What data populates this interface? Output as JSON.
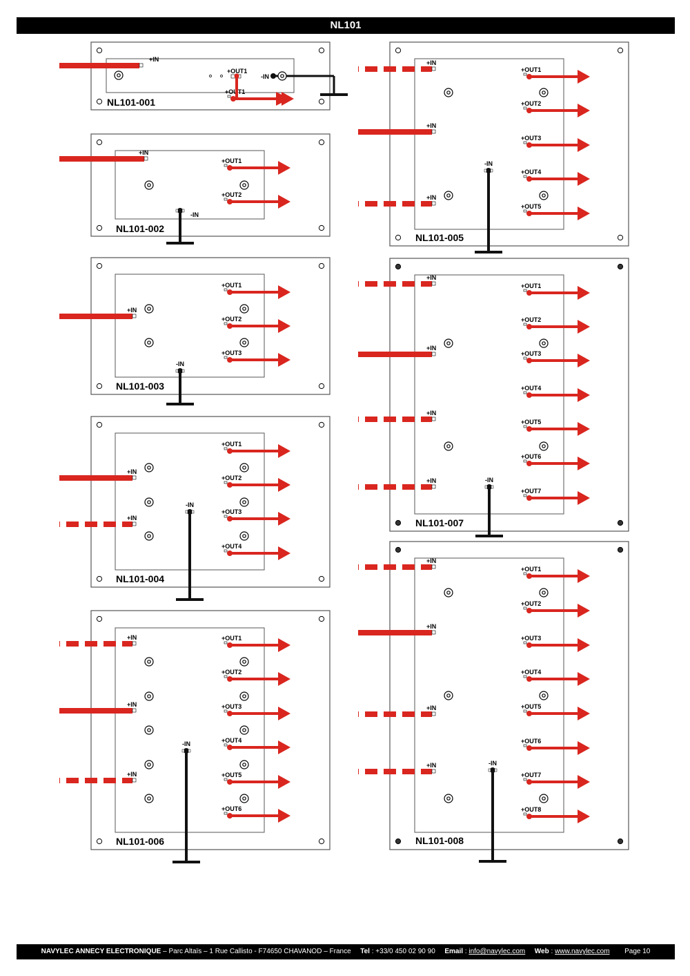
{
  "page_title": "NL101",
  "colors": {
    "power": "#d9261f",
    "ground": "#111111",
    "panel_border": "#555555"
  },
  "labels": {
    "in_pos": "+IN",
    "in_neg": "-IN",
    "out_prefix": "+OUT"
  },
  "modules": [
    {
      "name": "NL101-001",
      "outputs": 1,
      "inputs": 1
    },
    {
      "name": "NL101-002",
      "outputs": 2,
      "inputs": 1
    },
    {
      "name": "NL101-003",
      "outputs": 3,
      "inputs": 1
    },
    {
      "name": "NL101-004",
      "outputs": 4,
      "inputs": 2
    },
    {
      "name": "NL101-005",
      "outputs": 5,
      "inputs": 3
    },
    {
      "name": "NL101-006",
      "outputs": 6,
      "inputs": 3
    },
    {
      "name": "NL101-007",
      "outputs": 7,
      "inputs": 4
    },
    {
      "name": "NL101-008",
      "outputs": 8,
      "inputs": 4
    }
  ],
  "footer": {
    "company": "NAVYLEC ANNECY ELECTRONIQUE",
    "address": "– Parc Altaïs – 1 Rue Callisto - F74650 CHAVANOD – France",
    "tel_label": "Tel",
    "tel": ": +33/0 450 02 90 90",
    "email_label": "Email",
    "email": "info@navylec.com",
    "web_label": "Web",
    "web": "www.navylec.com",
    "page": "Page 10"
  }
}
